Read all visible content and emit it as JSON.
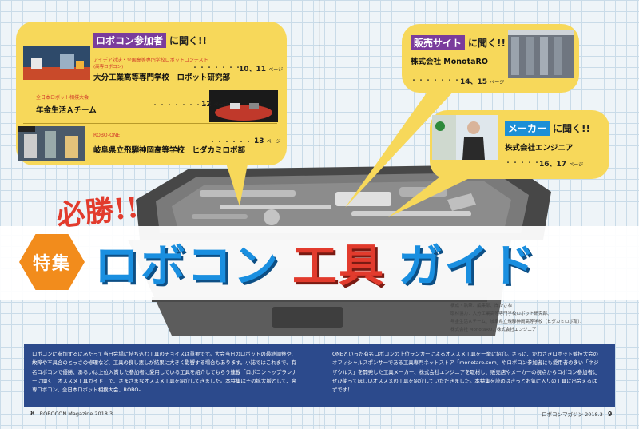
{
  "bubbles": {
    "left": {
      "tag": "ロボコン参加者",
      "suffix": "に聞く!!",
      "items": [
        {
          "subtitle": "アイデア対決・全国高等専門学校ロボットコンテスト",
          "subtitle2": "(高専ロボコン)",
          "org": "大分工業高等専門学校　ロボット研究部",
          "pages": "10、11",
          "page_unit": "ページ"
        },
        {
          "subtitle": "全日本ロボット相撲大会",
          "org": "年金生活Ａチーム",
          "pages": "12",
          "page_unit": "ページ"
        },
        {
          "subtitle": "ROBO-ONE",
          "org": "岐阜県立飛騨神岡高等学校　ヒダカミロボ部",
          "pages": "13",
          "page_unit": "ページ"
        }
      ]
    },
    "sell": {
      "tag": "販売サイト",
      "suffix": "に聞く!!",
      "org": "株式会社 MonotaRO",
      "pages": "14、15",
      "page_unit": "ページ"
    },
    "maker": {
      "tag": "メーカー",
      "suffix": "に聞く!!",
      "org": "株式会社エンジニア",
      "pages": "16、17",
      "page_unit": "ページ"
    }
  },
  "feature": {
    "hissho": "必勝!!",
    "badge": "特集",
    "title_a": "ロボコン",
    "title_b": "工具",
    "title_c": "ガイド"
  },
  "credits": [
    "構成・執筆：編集部、岸かさね",
    "取材協力：大分工業高等専門学校ロボット研究部、",
    "年金生活Ａチーム、岐阜県立飛騨神岡高等学校（ヒダカミロボ部）、",
    "株式会社 MonotaRO、株式会社エンジニア"
  ],
  "intro": {
    "left": "ロボコンに参加するにあたって当日会場に持ち込む工具のチョイスは重要です。大会当日のロボットの最終調整や、故障や不具合のとっさの修理など、工具の良し悪しが結果に大きく影響する場合もあります。小誌ではこれまで、有名ロボコンで優勝、あるいは上位入賞した参加者に愛用している工具を紹介してもらう連載「ロボコントップランナーに聞く　オススメ工具ガイド」で、さまざまなオススメ工具を紹介してきました。本特集はその拡大版として、高専ロボコン、全日本ロボット相撲大会、ROBO-",
    "right": "ONEといった有名ロボコンの上位ランカーによるオススメ工具を一挙に紹介。さらに、かわさきロボット競技大会のオフィシャルスポンサーである工具専門ネットストア「monotaro.com」やロボコン参加者にも愛用者の多い「ネジザウルス」を開発した工具メーカー、株式会社エンジニアを取材し、販売店やメーカーの視点からロボコン参加者にぜひ使ってほしいオススメの工具を紹介していただきました。本特集を読めばきっとお気に入りの工具に出会えるはずです！"
  },
  "footer": {
    "left_num": "8",
    "left_text": "ROBOCON Magazine 2018.3",
    "right_text": "ロボコンマガジン 2018.3",
    "right_num": "9"
  },
  "colors": {
    "bubble": "#f7d85a",
    "tag_purple": "#7a3c9c",
    "tag_blue": "#1c8fd6",
    "title_blue": "#1a8fe0",
    "title_red": "#e23b2d",
    "badge": "#f28c1c",
    "intro_bg": "#2c4a8c"
  }
}
